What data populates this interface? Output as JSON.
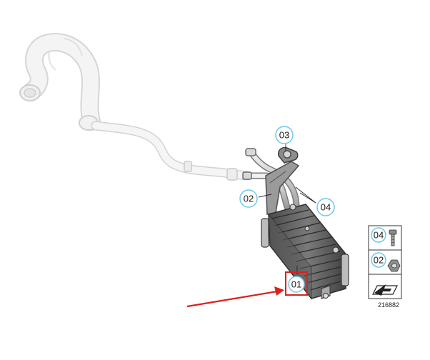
{
  "diagram": {
    "callouts": {
      "part_01": "01",
      "part_02": "02",
      "part_03": "03",
      "part_04": "04"
    },
    "legend": {
      "item_04": "04",
      "item_02": "02"
    },
    "diagram_id": "216882",
    "highlight_color": "#d9221e",
    "callout_ring_color": "#6ec9ea"
  }
}
